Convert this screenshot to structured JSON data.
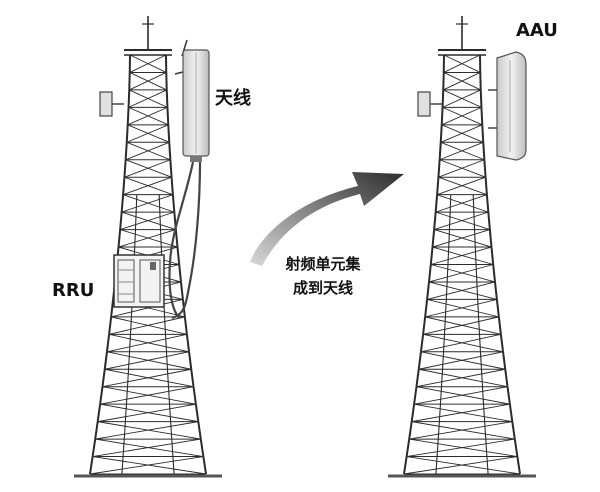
{
  "labels": {
    "antenna": "天线",
    "rru": "RRU",
    "aau": "AAU",
    "caption_line1": "射频单元集",
    "caption_line2": "成到天线"
  },
  "colors": {
    "lattice": "#2b2b2b",
    "antenna_fill": "#dcdcdc",
    "arrow_dark": "#2e2e2e",
    "arrow_light": "#cfcfcf",
    "ground": "#555555"
  },
  "icons": {
    "left_tower": "lattice-tower-icon",
    "right_tower": "lattice-tower-icon",
    "antenna": "panel-antenna-icon",
    "rru": "rru-box-icon",
    "aau": "aau-panel-icon",
    "arrow": "curved-arrow-icon"
  }
}
